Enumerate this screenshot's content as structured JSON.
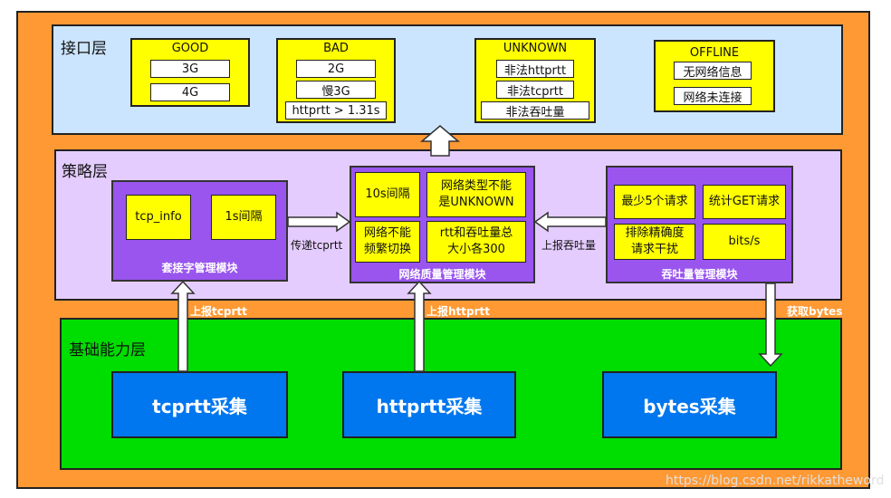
{
  "layers": {
    "interface": "接口层",
    "strategy": "策略层",
    "base": "基础能力层"
  },
  "interface_groups": {
    "good": {
      "title": "GOOD",
      "items": [
        "3G",
        "4G"
      ]
    },
    "bad": {
      "title": "BAD",
      "items": [
        "2G",
        "慢3G",
        "httprtt > 1.31s"
      ]
    },
    "unknown": {
      "title": "UNKNOWN",
      "items": [
        "非法httprtt",
        "非法tcprtt",
        "非法吞吐量"
      ]
    },
    "offline": {
      "title": "OFFLINE",
      "items": [
        "无网络信息",
        "网络未连接"
      ]
    }
  },
  "modules": {
    "socket": {
      "cells": [
        "tcp_info",
        "1s间隔"
      ],
      "label": "套接字管理模块"
    },
    "quality": {
      "cells": [
        "10s间隔",
        "网络类型不能\n是UNKNOWN",
        "网络不能\n频繁切换",
        "rtt和吞吐量总\n大小各300"
      ],
      "label": "网络质量管理模块"
    },
    "throughput": {
      "cells": [
        "最少5个请求",
        "统计GET请求",
        "排除精确度\n请求干扰",
        "bits/s"
      ],
      "label": "吞吐量管理模块"
    }
  },
  "collectors": [
    "tcprtt采集",
    "httprtt采集",
    "bytes采集"
  ],
  "edge_labels": {
    "pass_tcprtt": "传递tcprtt",
    "report_throughput": "上报吞吐量",
    "report_tcprtt": "上报tcprtt",
    "report_httprtt": "上报httprtt",
    "get_bytes": "获取bytes"
  },
  "watermark": "https://blog.csdn.net/rikkatheword",
  "colors": {
    "outer": "#ff9933",
    "interface_bg": "#cce5ff",
    "strategy_bg": "#e5ccff",
    "base_bg": "#00dd00",
    "module": "#9955ee",
    "highlight": "#ffff00",
    "collector": "#0077ee"
  }
}
